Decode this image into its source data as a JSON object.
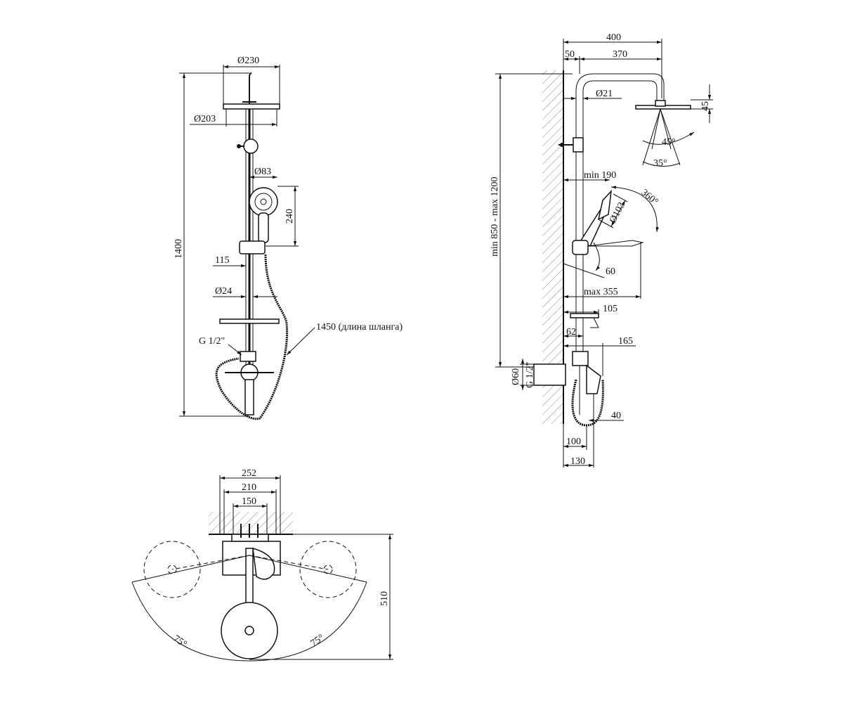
{
  "front_view": {
    "head_diameter": "Ø230",
    "plate_diameter": "Ø203",
    "handshower_diameter": "Ø83",
    "handshower_length": "240",
    "total_height": "1400",
    "holder_offset": "115",
    "bar_diameter": "Ø24",
    "inlet_thread": "G 1/2\"",
    "hose_length": "1450 (длина шланга)"
  },
  "side_view": {
    "overall_reach": "400",
    "wall_offset": "50",
    "arm_length": "370",
    "arm_pipe_diameter": "Ø21",
    "head_thickness": "45",
    "spray_angle_outer": "45°",
    "spray_angle_inner": "35°",
    "holder_min": "min 190",
    "handshower_diameter": "Ø103",
    "rotation": "360°",
    "tilt_angle": "60",
    "holder_max": "max 355",
    "height_range": "min 850 - max 1200",
    "shelf_depth": "105",
    "shelf_offset": "62",
    "spout_reach": "165",
    "flange_diameter": "Ø60",
    "inlet_thread": "G 1/2\"",
    "spout_gap": "40",
    "mixer_depth": "100",
    "mixer_total": "130"
  },
  "top_view": {
    "outer_width": "252",
    "mid_width": "210",
    "inlet_spacing": "150",
    "depth": "510",
    "angle_left": "75°",
    "angle_right": "75°"
  }
}
